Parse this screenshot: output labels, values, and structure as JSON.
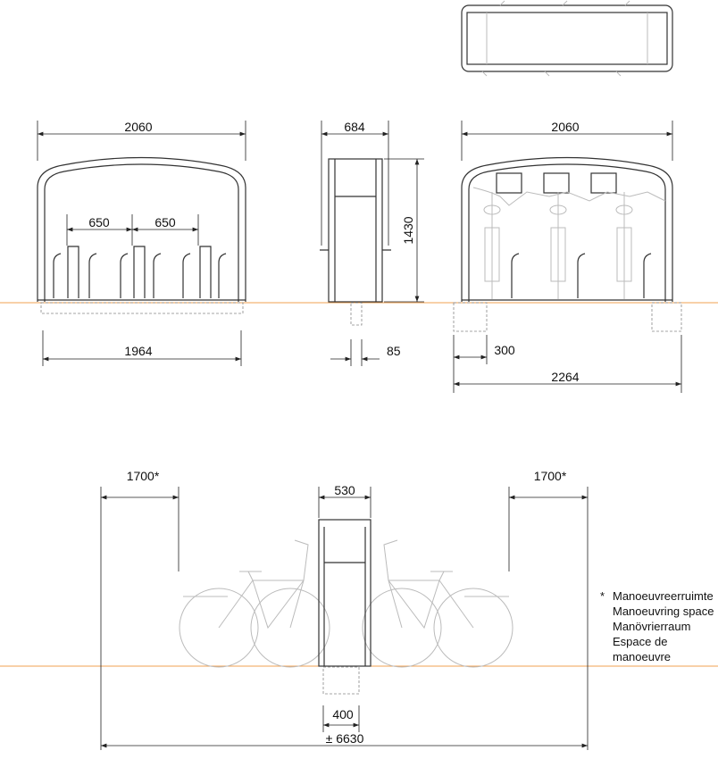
{
  "colors": {
    "ground_line": "#f0a050",
    "lines": "#333333",
    "bike_lines": "#bbbbbb"
  },
  "front_view_open": {
    "width": "2060",
    "spacing_1": "650",
    "spacing_2": "650",
    "base_width": "1964"
  },
  "side_view": {
    "depth": "684",
    "height": "1430",
    "foundation": "85"
  },
  "front_view_with_bikes": {
    "width": "2060",
    "foundation_width": "300",
    "total_width": "2264"
  },
  "plan_view": {
    "left_clearance": "1700*",
    "right_clearance": "1700*",
    "unit_depth": "530",
    "foundation": "400",
    "total": "± 6630"
  },
  "legend": {
    "marker": "*",
    "lines": [
      "Manoeuvreerruimte",
      "Manoeuvring space",
      "Manövrierraum",
      "Espace de manoeuvre"
    ]
  }
}
